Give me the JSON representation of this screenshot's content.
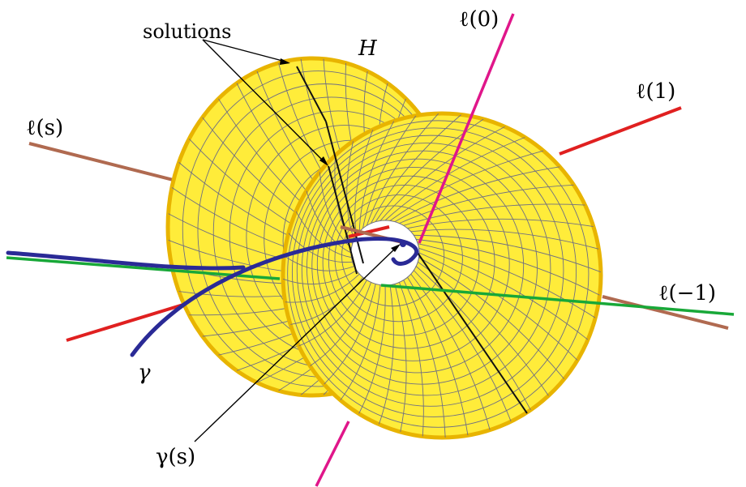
{
  "labels": {
    "solutions": "solutions",
    "H": "H",
    "ell_0": "ℓ(0)",
    "ell_1": "ℓ(1)",
    "ell_s": "ℓ(s)",
    "ell_neg1": "ℓ(−1)",
    "gamma": "γ",
    "gamma_s": "γ(s)"
  },
  "colors": {
    "surface_fill": "#ffec3a",
    "surface_rim": "#e8b400",
    "surface_grid": "#6f6f82",
    "line_ell_0": "#e0168a",
    "line_ell_1": "#e02020",
    "line_ell_s": "#b06a50",
    "line_ell_neg1": "#18a838",
    "curve_gamma": "#2a2a96",
    "solution_lines": "#111111"
  }
}
